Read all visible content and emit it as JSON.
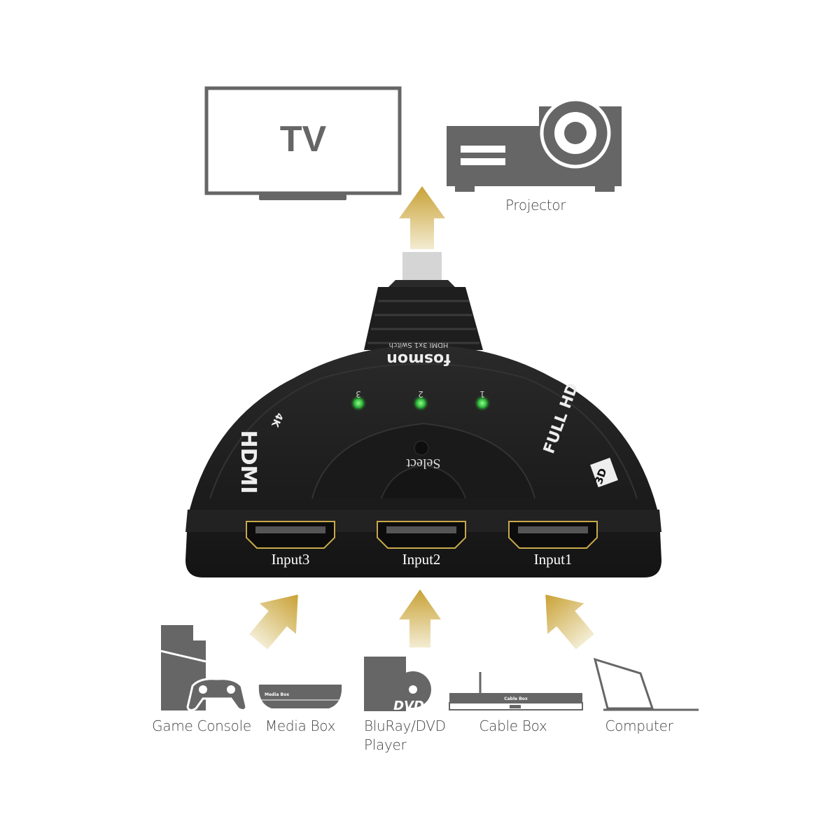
{
  "outputs": {
    "tv": {
      "label": "TV"
    },
    "projector": {
      "label": "Projector"
    }
  },
  "device": {
    "brand": "fosmon",
    "model": "HDMI 3x1 Switch",
    "leds": [
      "3",
      "2",
      "1"
    ],
    "button_label": "Select",
    "ports": [
      "Input3",
      "Input2",
      "Input1"
    ],
    "badges": {
      "hdmi": "HDMI",
      "full_hd": "FULL HD",
      "three_d": "3D",
      "uhd": "4K"
    }
  },
  "sources": [
    {
      "label": "Game Console"
    },
    {
      "label": "Media Box",
      "icon_text": "Media Box"
    },
    {
      "label": "BluRay/DVD",
      "label2": "Player",
      "icon_text": "DVD"
    },
    {
      "label": "Cable Box",
      "icon_text": "Cable Box"
    },
    {
      "label": "Computer"
    }
  ],
  "colors": {
    "icon_gray": "#666666",
    "arrow_gold": "#c9a641",
    "device_black": "#1c1c1c",
    "led_green": "#3fd24a",
    "port_gold": "#c8a94a"
  }
}
